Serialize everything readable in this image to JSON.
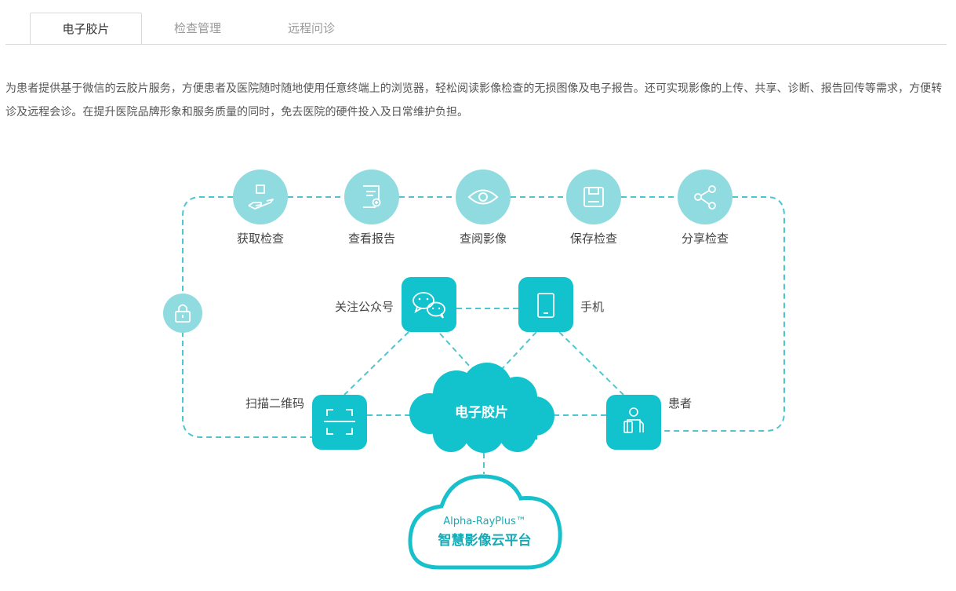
{
  "tabs": [
    {
      "label": "电子胶片",
      "active": true
    },
    {
      "label": "检查管理",
      "active": false
    },
    {
      "label": "远程问诊",
      "active": false
    }
  ],
  "description": "为患者提供基于微信的云胶片服务，方便患者及医院随时随地使用任意终端上的浏览器，轻松阅读影像检查的无损图像及电子报告。还可实现影像的上传、共享、诊断、报告回传等需求，方便转诊及远程会诊。在提升医院品牌形象和服务质量的同时，免去医院的硬件投入及日常维护负担。",
  "diagram": {
    "steps": [
      {
        "label": "获取检查",
        "icon": "hand-box-icon"
      },
      {
        "label": "查看报告",
        "icon": "report-icon"
      },
      {
        "label": "查阅影像",
        "icon": "eye-icon"
      },
      {
        "label": "保存检查",
        "icon": "save-icon"
      },
      {
        "label": "分享检查",
        "icon": "share-icon"
      }
    ],
    "nodes": {
      "wechat": "关注公众号",
      "phone": "手机",
      "scan": "扫描二维码",
      "patient": "患者",
      "cloud": "电子胶片"
    },
    "platform": {
      "brand": "Alpha-RayPlus™",
      "name": "智慧影像云平台"
    },
    "lock_icon": "lock-icon"
  },
  "colors": {
    "circle_light": "#8fdbe0",
    "teal": "#12c2cd",
    "dash": "#4fc6cf",
    "platform_text": "#17aab5"
  }
}
